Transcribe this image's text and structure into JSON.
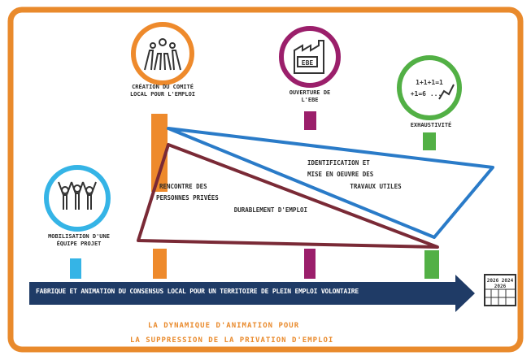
{
  "colors": {
    "frame": "#e98a2c",
    "blue": "#35b4e6",
    "orange": "#ee8a2c",
    "purple": "#9b1f6b",
    "green": "#52b045",
    "navy": "#1f3b66",
    "brown": "#7a2a36",
    "triangle_blue": "#2a7bc8"
  },
  "stages": [
    {
      "label": "Mobilisation d'une équipe projet",
      "icon": "people-cheering-icon"
    },
    {
      "label": "Création du comité local pour l'emploi",
      "icon": "hands-raised-icon"
    },
    {
      "label": "Ouverture de l'EBE",
      "icon": "factory-icon",
      "icon_text": "EBE"
    },
    {
      "label": "Exhaustivité",
      "icon": "chart-rising-icon",
      "icon_text_1": "1+1+1=1",
      "icon_text_2": "+1=6 ..."
    }
  ],
  "triangles": {
    "lower_text_1": "Rencontre des",
    "lower_text_2": "personnes privées",
    "lower_text_3": "durablement d'emploi",
    "upper_text_1": "Identification et",
    "upper_text_2": "mise en oeuvre des",
    "upper_text_3": "travaux utiles"
  },
  "arrow_label": "Fabrique et animation du consensus local pour un territoire de plein emploi volontaire",
  "calendar_text_1": "2026 2024",
  "calendar_text_2": "2026",
  "caption_line_1": "La dynamique d'animation pour",
  "caption_line_2": "la suppression de la privation d'emploi"
}
